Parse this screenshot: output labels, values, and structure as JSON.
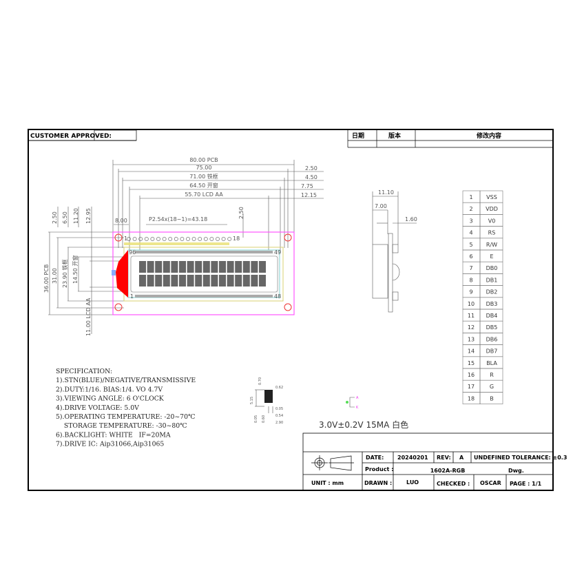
{
  "header": {
    "customer_approved": "CUSTOMER APPROVED:",
    "date_col": "日期",
    "version_col": "版本",
    "changes_col": "修改内容"
  },
  "dimensions": {
    "pcb_width": "80.00  PCB",
    "frame_outer": "75.00",
    "frame": "71.00  铁框",
    "window": "64.50  开窗",
    "lcd_aa": "55.70  LCD  AA",
    "right_offsets": [
      "2.50",
      "4.50",
      "7.75",
      "12.15"
    ],
    "pin_pitch": "P2.54x(18−1)=43.18",
    "pin_offset": "8.00",
    "pin_top": "2.50",
    "top_left": [
      "2.50",
      "6.50",
      "11.20",
      "12.95"
    ],
    "pcb_height": "36.00  PCB",
    "frame_height": "31.00",
    "frame_h2": "23.90  铁框",
    "window_height": "14.50  开窗",
    "aa_height": "11.00  LCD  AA",
    "side_total": "11.10",
    "side_body": "7.00",
    "side_pcb": "1.60",
    "glass_labels": {
      "pin1": "1",
      "pin18": "18",
      "top_left": "96",
      "top_right": "49",
      "bottom_left": "1",
      "bottom_right": "48"
    }
  },
  "dot_detail": {
    "labels": [
      "0.70",
      "0.62",
      "5.15",
      "0.05",
      "0.60",
      "0.05",
      "0.54",
      "2.90"
    ]
  },
  "backlight": {
    "labels": [
      "A",
      "K"
    ],
    "spec": "3.0V±0.2V  15MA  白色"
  },
  "pins": [
    {
      "n": "1",
      "name": "VSS"
    },
    {
      "n": "2",
      "name": "VDD"
    },
    {
      "n": "3",
      "name": "V0"
    },
    {
      "n": "4",
      "name": "RS"
    },
    {
      "n": "5",
      "name": "R/W"
    },
    {
      "n": "6",
      "name": "E"
    },
    {
      "n": "7",
      "name": "DB0"
    },
    {
      "n": "8",
      "name": "DB1"
    },
    {
      "n": "9",
      "name": "DB2"
    },
    {
      "n": "10",
      "name": "DB3"
    },
    {
      "n": "11",
      "name": "DB4"
    },
    {
      "n": "12",
      "name": "DB5"
    },
    {
      "n": "13",
      "name": "DB6"
    },
    {
      "n": "14",
      "name": "DB7"
    },
    {
      "n": "15",
      "name": "BLA"
    },
    {
      "n": "16",
      "name": "R"
    },
    {
      "n": "17",
      "name": "G"
    },
    {
      "n": "18",
      "name": "B"
    }
  ],
  "specification": [
    "SPECIFICATION:",
    "1).STN(BLUE)/NEGATIVE/TRANSMISSIVE",
    "2).DUTY:1/16. BIAS:1/4. VO 4.7V",
    "3).VIEWING ANGLE: 6 O'CLOCK",
    "4).DRIVE VOLTAGE: 5.0V",
    "5).OPERATING TEMPERATURE: -20~70℃",
    "    STORAGE TEMPERATURE: -30~80℃",
    "6).BACKLIGHT: WHITE   IF=20MA",
    "7).DRIVE IC: Aip31066,Aip31065"
  ],
  "title_block": {
    "date_label": "DATE:",
    "date": "20240201",
    "rev_label": "REV:",
    "rev": "A",
    "tolerance": "UNDEFINED TOLERANCE:  ±0.3",
    "product_label": "Product :",
    "product": "1602A-RGB",
    "dwg": "Dwg.",
    "unit": "UNIT :  mm",
    "drawn_label": "DRAWN :",
    "drawn": "LUO",
    "checked_label": "CHECKED :",
    "checked": "OSCAR",
    "page": "PAGE :  1/1"
  },
  "colors": {
    "pcb": "#ff55ff",
    "bezel": "#d8d070",
    "backlight": "#ff0000",
    "holes": "#ee3333"
  }
}
